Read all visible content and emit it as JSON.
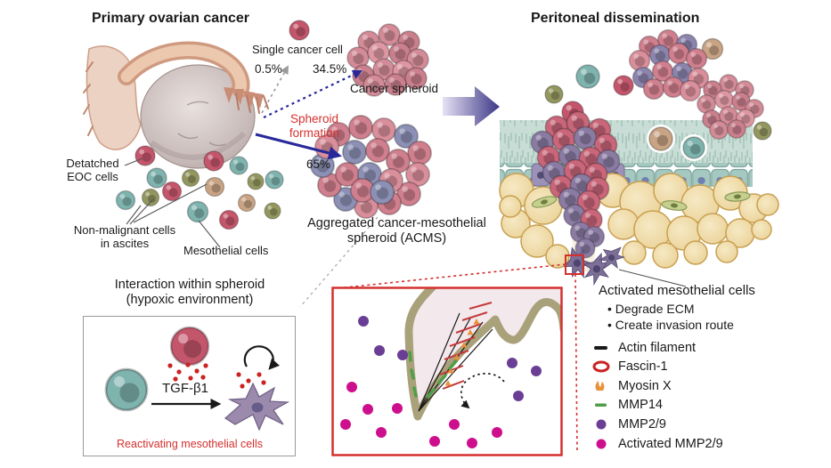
{
  "palette": {
    "cancer_cell": "#c4566c",
    "mesothelial_cell": "#7fb3ae",
    "nonmalignant_olive": "#93975f",
    "nonmalignant_tan": "#c8a384",
    "acms_blue_cell": "#8b90b4",
    "activated_mesothelial": "#8a7ba3",
    "arrow_blue": "#28289a",
    "arrow_purple_dark": "#3c3786",
    "highlight_red": "#d4302e",
    "mmp29_purple": "#6b3e96",
    "activated_mmp29_magenta": "#ce0f8d",
    "mmp14_green": "#4f9e4a",
    "myosin_orange": "#e8923a",
    "membrane_olive": "#a9a17a"
  },
  "left_panel": {
    "title": "Primary ovarian cancer",
    "single_cell_label": "Single cancer cell",
    "single_cell_pct": "0.5%",
    "spheroid_pct": "34.5%",
    "acms_pct": "65%",
    "cancer_spheroid_label": "Cancer spheroid",
    "spheroid_formation": [
      "Spheroid",
      "formation"
    ],
    "acms_label": [
      "Aggregated cancer-mesothelial",
      "spheroid (ACMS)"
    ],
    "detached_label": [
      "Detatched",
      "EOC cells"
    ],
    "nonmalignant_label": [
      "Non-malignant cells",
      "in ascites"
    ],
    "mesothelial_label": "Mesothelial cells"
  },
  "right_panel": {
    "title": "Peritoneal dissemination",
    "activated_header": "Activated mesothelial cells",
    "activated_bullets": [
      "• Degrade ECM",
      "• Create invasion route"
    ]
  },
  "legend": {
    "items": [
      {
        "icon": "actin-filament-icon",
        "label": "Actin filament"
      },
      {
        "icon": "fascin1-icon",
        "label": "Fascin-1"
      },
      {
        "icon": "myosin-x-icon",
        "label": "Myosin X"
      },
      {
        "icon": "mmp14-icon",
        "label": "MMP14"
      },
      {
        "icon": "mmp29-icon",
        "label": "MMP2/9"
      },
      {
        "icon": "activated-mmp29-icon",
        "label": "Activated MMP2/9"
      }
    ]
  },
  "interaction_panel": {
    "title": [
      "Interaction within spheroid",
      "(hypoxic environment)"
    ],
    "tgf_label": "TGF-β1",
    "caption": "Reactivating mesothelial cells"
  }
}
